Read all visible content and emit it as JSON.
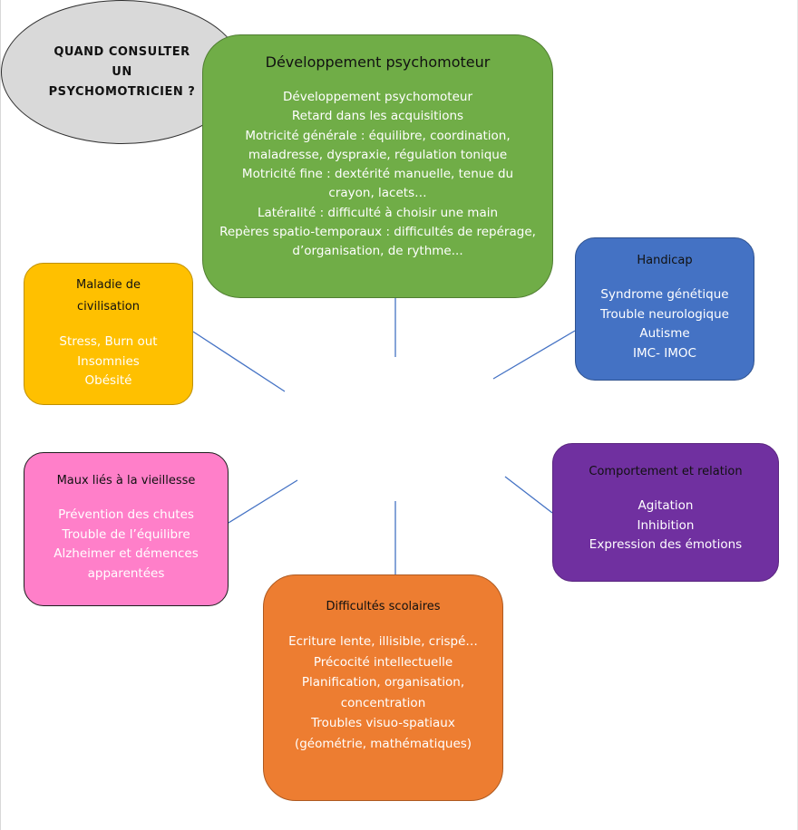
{
  "center": {
    "lines": [
      "QUAND CONSULTER",
      "UN",
      "PSYCHOMOTRICIEN ?"
    ]
  },
  "nodes": {
    "developpement": {
      "title": "Développement psychomoteur",
      "items": [
        "Développement psychomoteur",
        "Retard dans les acquisitions",
        "Motricité générale : équilibre, coordination, maladresse, dyspraxie, régulation tonique",
        "Motricité fine : dextérité manuelle, tenue du crayon, lacets…",
        "Latéralité : difficulté à choisir une main",
        "Repères spatio-temporaux : difficultés de repérage, d’organisation, de rythme..."
      ],
      "color": "#70ad47"
    },
    "handicap": {
      "title": "Handicap",
      "items": [
        "Syndrome génétique",
        "Trouble neurologique",
        "Autisme",
        "IMC- IMOC"
      ],
      "color": "#4472c4"
    },
    "maladie": {
      "title": "Maladie de civilisation",
      "items": [
        "Stress, Burn out",
        "Insomnies",
        "Obésité"
      ],
      "color": "#ffc000"
    },
    "comportement": {
      "title": "Comportement et relation",
      "items": [
        "Agitation",
        "Inhibition",
        "Expression des émotions"
      ],
      "color": "#7030a0"
    },
    "vieillesse": {
      "title": "Maux liés à la vieillesse",
      "items": [
        "Prévention des chutes",
        "Trouble de l’équilibre",
        "Alzheimer et démences apparentées"
      ],
      "color": "#ff7fc9"
    },
    "scolaires": {
      "title": "Difficultés scolaires",
      "items": [
        "Ecriture lente, illisible, crispé…",
        "Précocité intellectuelle",
        "Planification, organisation, concentration",
        "Troubles visuo-spatiaux (géométrie, mathématiques)"
      ],
      "color": "#ed7d31"
    }
  }
}
